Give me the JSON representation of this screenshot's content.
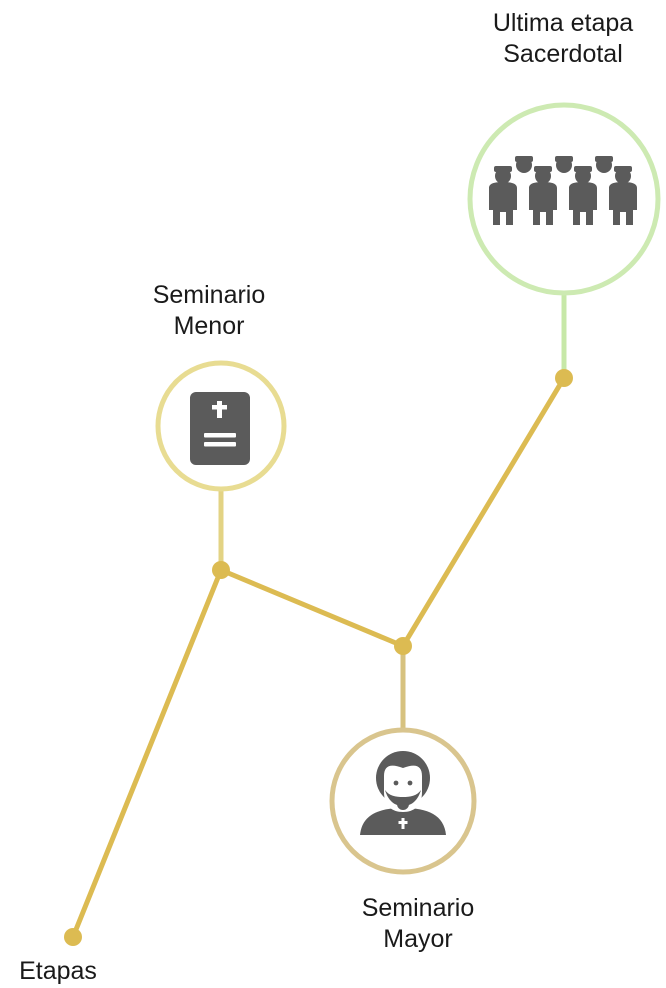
{
  "labels": {
    "ultima": [
      "Ultima etapa",
      "Sacerdotal"
    ],
    "menor": [
      "Seminario",
      "Menor"
    ],
    "mayor": [
      "Seminario",
      "Mayor"
    ],
    "etapas": "Etapas"
  },
  "colors": {
    "branch": "#dcbb52",
    "stem_green": "#c7e8a8",
    "ring_green": "#cdeab2",
    "ring_menor": "#e8dc92",
    "ring_mayor": "#d9c58e",
    "stem_mayor": "#d7c27f",
    "icon": "#5b5b5b"
  },
  "icons": {
    "ultima": "group-of-clergy-icon",
    "menor": "bible-book-icon",
    "mayor": "priest-icon"
  }
}
